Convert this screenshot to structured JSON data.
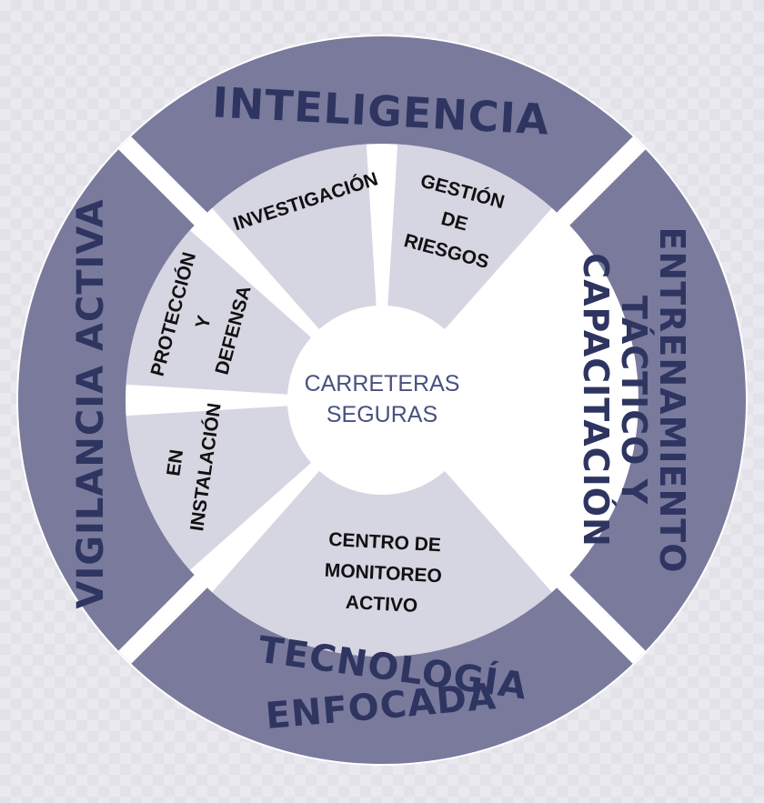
{
  "colors": {
    "outer_ring": "#7a7a9d",
    "inner_ring": "#d6d5e2",
    "gap": "#ffffff",
    "outer_text": "#2e3560",
    "inner_text": "#111111",
    "center_text": "#4a5080"
  },
  "center": {
    "line1": "CARRETERAS",
    "line2": "SEGURAS"
  },
  "outer": {
    "top": "INTELIGENCIA",
    "right_line1": "ENTRENAMIENTO",
    "right_line2": "TÁCTICO Y",
    "right_line3": "CAPACITACIÓN",
    "bottom_line1": "TECNOLOGÍA",
    "bottom_line2": "ENFOCADA",
    "left": "VIGILANCIA ACTIVA"
  },
  "inner": {
    "investigacion": "INVESTIGACIÓN",
    "gestion_line1": "GESTIÓN",
    "gestion_line2": "DE",
    "gestion_line3": "RIESGOS",
    "proteccion_line1": "PROTECCIÓN",
    "proteccion_line2": "Y",
    "proteccion_line3": "DEFENSA",
    "instalacion_line1": "EN",
    "instalacion_line2": "INSTALACIÓN",
    "centro_line1": "CENTRO DE",
    "centro_line2": "MONITOREO",
    "centro_line3": "ACTIVO"
  }
}
